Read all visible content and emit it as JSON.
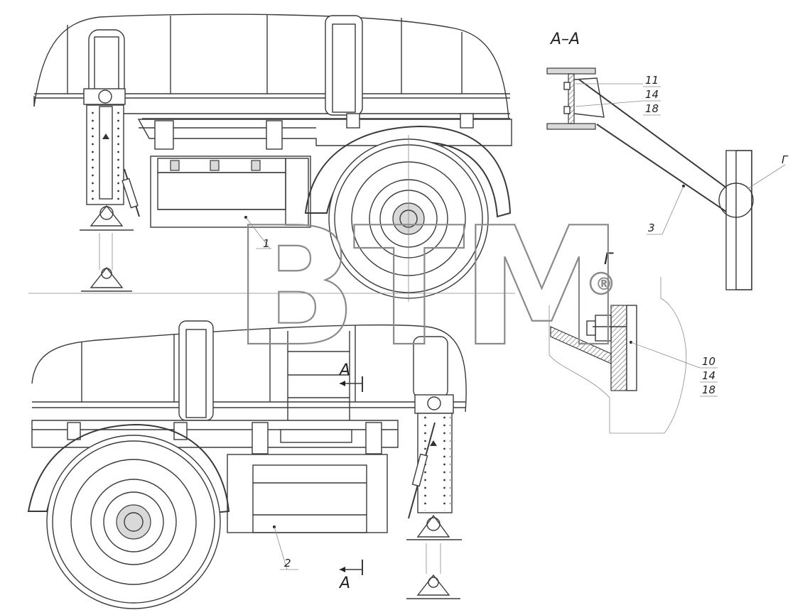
{
  "section_view": {
    "title": "А–А"
  },
  "detail_view": {
    "title": "Г"
  },
  "callouts": {
    "item_1": "1",
    "item_2": "2",
    "item_3": "3",
    "detail_marker": "Г",
    "section_ref_a_upper": "А",
    "section_ref_a_lower": "А"
  },
  "label_stack_section": [
    "11",
    "14",
    "18"
  ],
  "label_stack_detail": [
    "10",
    "14",
    "18"
  ],
  "watermark": {
    "text": "BTM",
    "mark": "®"
  }
}
